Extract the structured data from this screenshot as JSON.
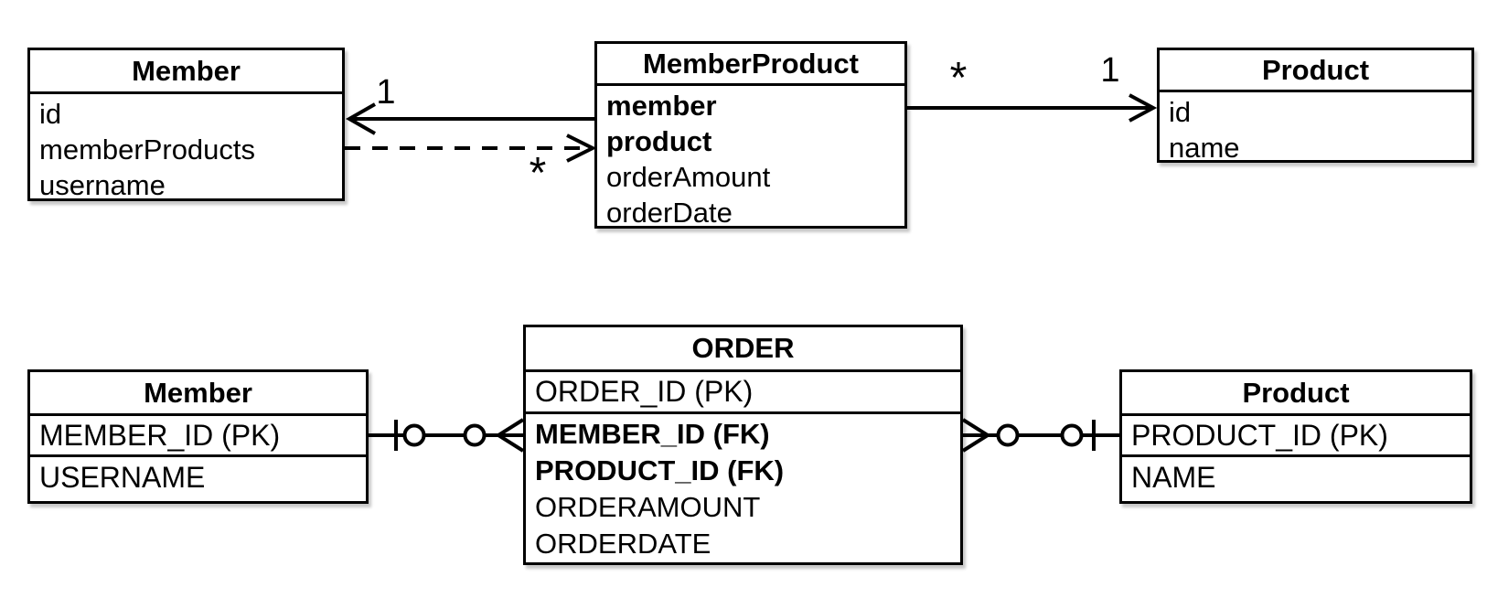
{
  "colors": {
    "background": "#ffffff",
    "stroke": "#000000",
    "text": "#000000"
  },
  "uml": {
    "member": {
      "title": "Member",
      "attributes": [
        "id",
        "memberProducts",
        "username"
      ]
    },
    "member_product": {
      "title": "MemberProduct",
      "attributes": [
        "member",
        "product",
        "orderAmount",
        "orderDate"
      ]
    },
    "product": {
      "title": "Product",
      "attributes": [
        "id",
        "name"
      ]
    },
    "multiplicities": {
      "assoc_member_end": "1",
      "dependency_memberproduct_end": "*",
      "assoc_memberproduct_end": "*",
      "assoc_product_end": "1"
    }
  },
  "er": {
    "member": {
      "title": "Member",
      "rows": [
        "MEMBER_ID (PK)",
        "USERNAME"
      ]
    },
    "order": {
      "title": "ORDER",
      "primary_key_row": "ORDER_ID (PK)",
      "attributes": [
        "MEMBER_ID (FK)",
        "PRODUCT_ID (FK)",
        "ORDERAMOUNT",
        "ORDERDATE"
      ]
    },
    "product": {
      "title": "Product",
      "rows": [
        "PRODUCT_ID (PK)",
        "NAME"
      ]
    }
  }
}
